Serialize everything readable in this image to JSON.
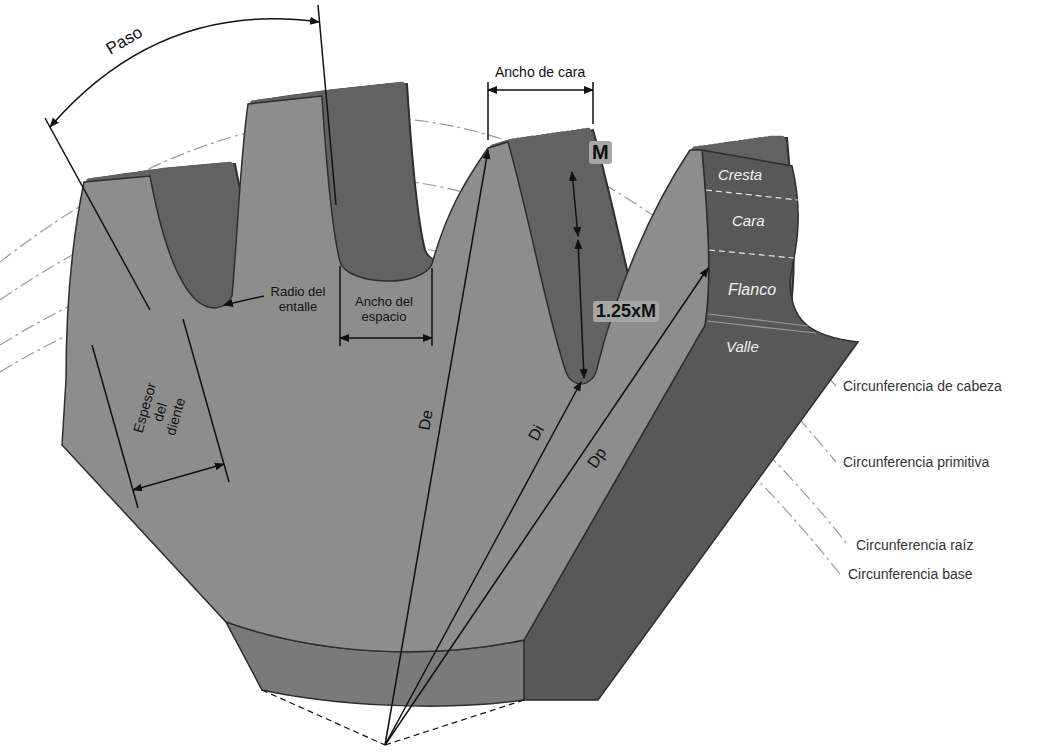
{
  "diagram": {
    "labels": [
      "Paso",
      "Ancho de cara",
      "M",
      "1.25xM",
      "Cresta",
      "Cara",
      "Radio del entalle",
      "Ancho del espacio",
      "Flanco",
      "Valle",
      "Espesor del diente",
      "Circunferencia de cabeza",
      "De",
      "Di",
      "Dp",
      "Circunferencia primitiva",
      "Circunferencia raíz",
      "Circunferencia base"
    ]
  }
}
